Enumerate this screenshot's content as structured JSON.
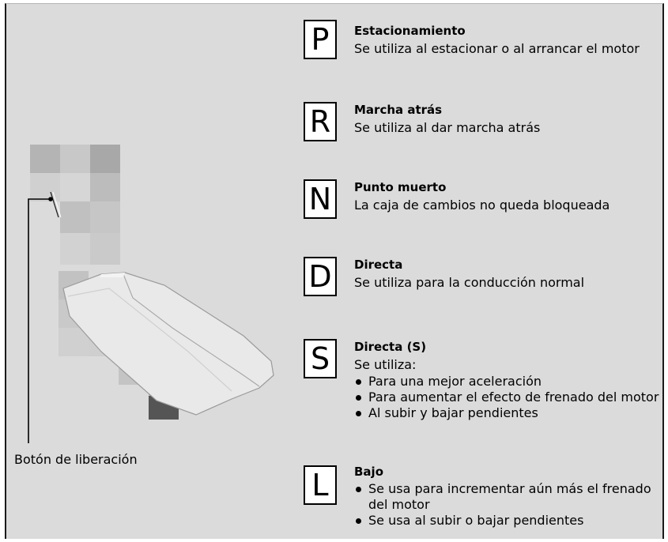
{
  "positions": [
    {
      "letter": "P",
      "title": "Estacionamiento",
      "description": "Se utiliza al estacionar o al arrancar el motor",
      "bullets": []
    },
    {
      "letter": "R",
      "title": "Marcha atrás",
      "description": "Se utiliza al dar marcha atrás",
      "bullets": []
    },
    {
      "letter": "N",
      "title": "Punto muerto",
      "description": "La caja de cambios no queda bloqueada",
      "bullets": []
    },
    {
      "letter": "D",
      "title": "Directa",
      "description": "Se utiliza para la conducción normal",
      "bullets": []
    },
    {
      "letter": "S",
      "title": "Directa (S)",
      "description": "Se utiliza:",
      "bullets": [
        "Para una mejor aceleración",
        "Para aumentar el efecto de frenado del motor",
        "Al subir y bajar pendientes"
      ]
    },
    {
      "letter": "L",
      "title": "Bajo",
      "description": "",
      "bullets": [
        "Se usa para incrementar aún más el frenado del motor",
        "Se usa al subir o bajar pendientes"
      ]
    }
  ],
  "callout": {
    "release_button_label": "Botón de liberación"
  },
  "colors": {
    "panel_background": "#dbdbdb",
    "box_border": "#000000"
  }
}
